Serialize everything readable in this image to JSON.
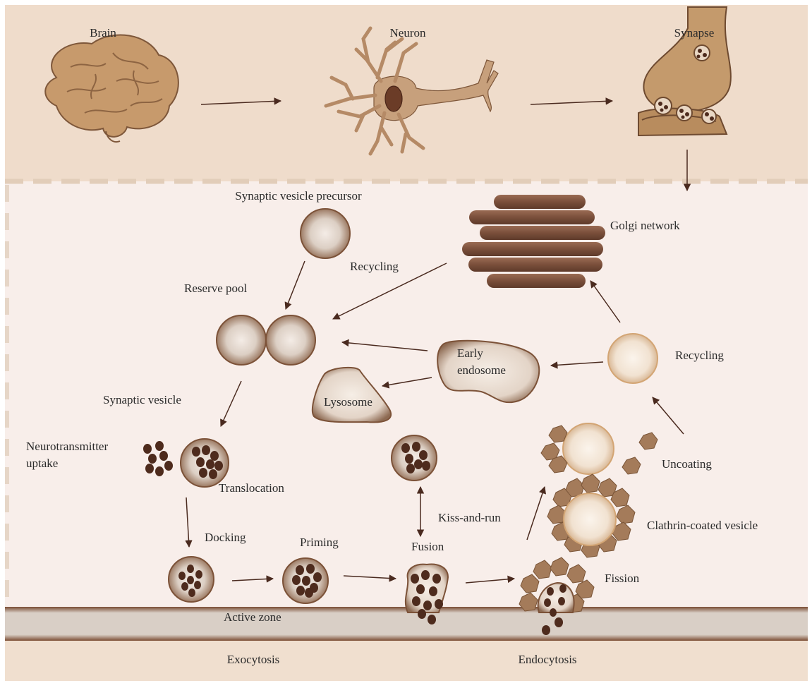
{
  "colors": {
    "top_band": "#efdccb",
    "main_panel": "#f8eeea",
    "dashed_border": "#e6d4c3",
    "bottom_band": "#f0dfcf",
    "membrane": "#ded6cd",
    "membrane_edge": "#7a4c33",
    "vesicle_edge": "#7c5238",
    "neurotransmitter": "#4e2b1d",
    "clathrin": "#a47b5a",
    "golgi": "#7e5440",
    "organ_tan": "#c49a6c",
    "arrow": "#4a2a1f"
  },
  "labels": {
    "brain": "Brain",
    "neuron": "Neuron",
    "synapse": "Synapse",
    "svp": "Synaptic vesicle precursor",
    "golgi": "Golgi network",
    "recycling_top": "Recycling",
    "reserve_pool": "Reserve pool",
    "early_endosome_1": "Early",
    "early_endosome_2": "endosome",
    "recycling_right": "Recycling",
    "lysosome": "Lysosome",
    "synaptic_vesicle": "Synaptic vesicle",
    "nt_uptake_1": "Neurotransmitter",
    "nt_uptake_2": "uptake",
    "translocation": "Translocation",
    "uncoating": "Uncoating",
    "kiss_and_run": "Kiss-and-run",
    "clathrin_coated": "Clathrin-coated vesicle",
    "docking": "Docking",
    "priming": "Priming",
    "fusion": "Fusion",
    "fission": "Fission",
    "active_zone": "Active zone",
    "exocytosis": "Exocytosis",
    "endocytosis": "Endocytosis"
  }
}
